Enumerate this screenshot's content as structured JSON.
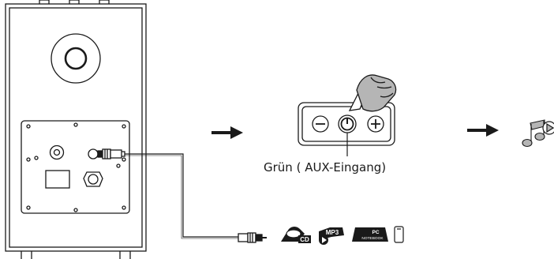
{
  "diagram": {
    "caption": "Grün ( AUX-Eingang)",
    "device_badges": {
      "mp3": "MP3",
      "pc_line1": "PC",
      "pc_line2": "NOTEBOOK",
      "cd": "CD"
    },
    "icons": [
      "speaker-icon",
      "audio-cable-icon",
      "hand-press-icon",
      "minus-icon",
      "power-icon",
      "plus-icon",
      "music-note-icon",
      "play-icon",
      "cd-icon",
      "mp3-player-icon",
      "notebook-icon",
      "smartphone-icon"
    ],
    "colors": {
      "stroke": "#1a1a1a",
      "fill": "#ffffff"
    }
  }
}
